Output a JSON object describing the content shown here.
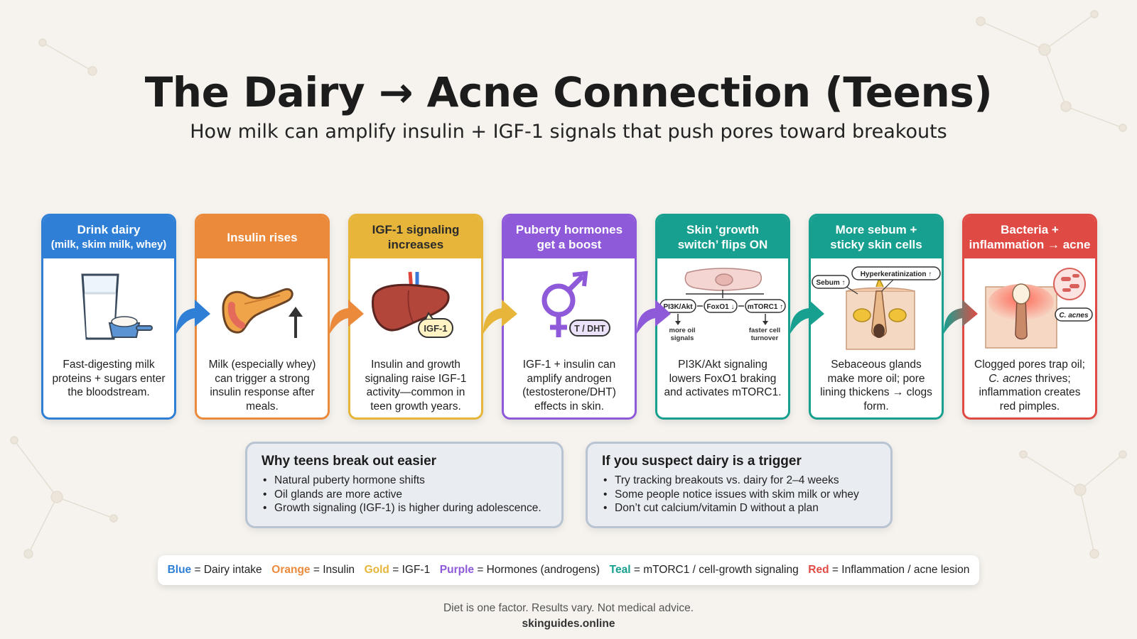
{
  "title": "The Dairy → Acne Connection (Teens)",
  "subtitle": "How milk can amplify insulin + IGF-1 signals that push pores toward breakouts",
  "colors": {
    "blue": "#2f7fd6",
    "orange": "#ec8a3c",
    "gold": "#e6b53a",
    "purple": "#8e5ad9",
    "teal": "#17a08f",
    "red": "#e04a44"
  },
  "steps": [
    {
      "header_line1": "Drink dairy",
      "header_line2": "(milk, skim milk, whey)",
      "icon": "milk-glass-icon",
      "text": "Fast-digesting milk proteins + sugars enter the bloodstream."
    },
    {
      "header_line1": "Insulin rises",
      "header_line2": "",
      "icon": "pancreas-icon",
      "text": "Milk (especially whey) can trigger a strong insulin response after meals."
    },
    {
      "header_line1": "IGF-1 signaling",
      "header_line2": "increases",
      "icon": "liver-icon",
      "icon_label": "IGF-1",
      "text": "Insulin and growth signaling raise IGF-1 activity—common in teen growth years."
    },
    {
      "header_line1": "Puberty hormones",
      "header_line2": "get a boost",
      "icon": "gender-symbol-icon",
      "icon_label": "T / DHT",
      "text": "IGF-1 + insulin can amplify androgen (testosterone/DHT) effects in skin."
    },
    {
      "header_line1": "Skin ‘growth",
      "header_line2": "switch’ flips ON",
      "icon": "pathway-cell-icon",
      "pathway": {
        "node1": "PI3K/Akt",
        "node2": "FoxO1 ↓",
        "node3": "mTORC1 ↑",
        "out1": "more oil signals",
        "out2": "faster cell turnover"
      },
      "text": "PI3K/Akt signaling lowers FoxO1 braking and activates mTORC1."
    },
    {
      "header_line1": "More sebum +",
      "header_line2": "sticky skin cells",
      "icon": "pore-cross-section-icon",
      "icon_label1": "Sebum ↑",
      "icon_label2": "Hyperkeratinization ↑",
      "text": "Sebaceous glands make more oil; pore lining thickens → clogs form."
    },
    {
      "header_line1": "Bacteria +",
      "header_line2": "inflammation → acne",
      "icon": "inflamed-pimple-icon",
      "icon_label": "C. acnes",
      "text_a": "Clogged pores trap oil;",
      "text_b": "C. acnes",
      "text_c": "thrives; inflammation creates red pimples."
    }
  ],
  "info_left": {
    "title": "Why teens break out easier",
    "items": [
      "Natural puberty hormone shifts",
      "Oil glands are more active",
      "Growth signaling (IGF-1) is higher during adolescence."
    ]
  },
  "info_right": {
    "title": "If you suspect dairy is a trigger",
    "items": [
      "Try tracking breakouts vs. dairy for 2–4 weeks",
      "Some people notice issues with skim milk or whey",
      "Don’t cut calcium/vitamin D without a plan"
    ]
  },
  "legend": [
    {
      "key": "Blue",
      "desc": "= Dairy intake"
    },
    {
      "key": "Orange",
      "desc": "= Insulin"
    },
    {
      "key": "Gold",
      "desc": "= IGF-1"
    },
    {
      "key": "Purple",
      "desc": "= Hormones (androgens)"
    },
    {
      "key": "Teal",
      "desc": "= mTORC1 / cell-growth signaling"
    },
    {
      "key": "Red",
      "desc": "= Inflammation / acne lesion"
    }
  ],
  "footer": {
    "note": "Diet is one factor. Results vary. Not medical advice.",
    "site": "skinguides.online"
  }
}
